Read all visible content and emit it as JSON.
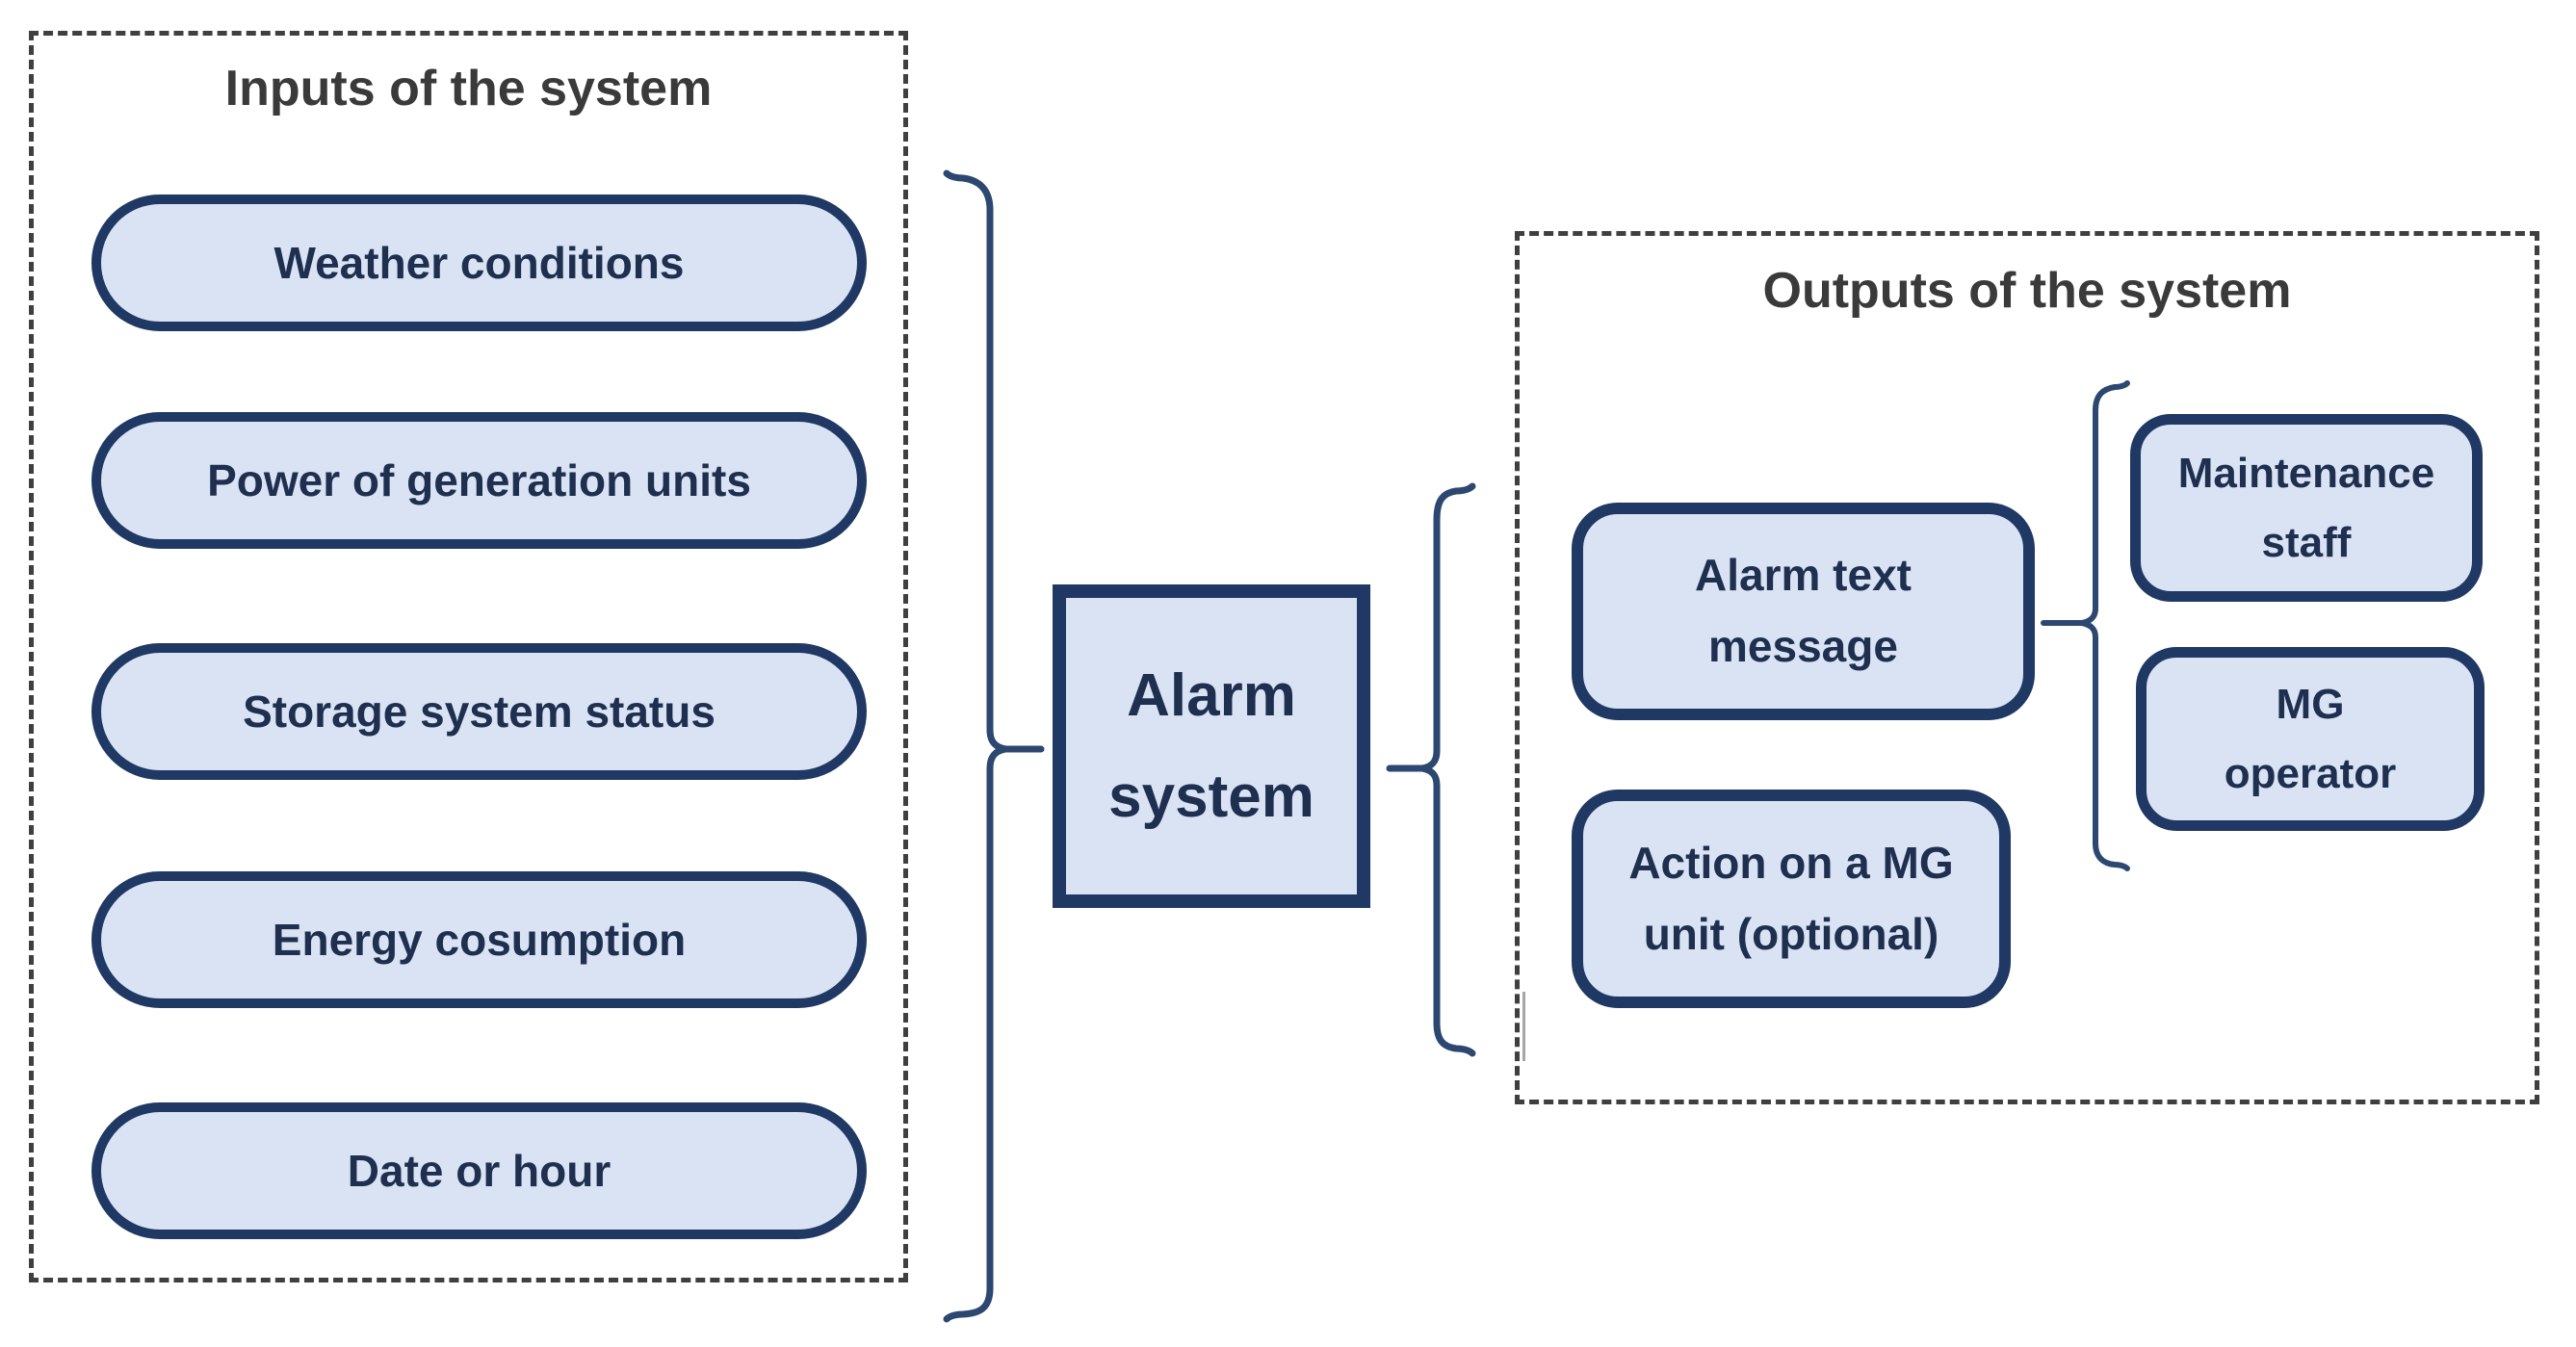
{
  "inputs": {
    "title": "Inputs of the system",
    "items": [
      "Weather conditions",
      "Power of generation units",
      "Storage system status",
      "Energy cosumption",
      "Date or hour"
    ]
  },
  "process": {
    "label": "Alarm\nsystem"
  },
  "outputs": {
    "title": "Outputs of the system",
    "primary": [
      "Alarm text\nmessage",
      "Action on a MG\nunit (optional)"
    ],
    "recipients": [
      "Maintenance\nstaff",
      "MG\noperator"
    ]
  },
  "icons": {
    "inputs_brace": "right-curly-brace",
    "outputs_brace": "left-curly-brace",
    "recipients_brace": "left-curly-brace"
  },
  "colors": {
    "panel-border": "#3f3f3f",
    "box-border": "#1f3864",
    "box-fill": "#dae3f3",
    "box-text": "#1e2f4f",
    "title-text": "#3a3a3a",
    "brace": "#2c4770",
    "artifact": "#a6a6a6",
    "canvas-bg": "#ffffff"
  }
}
